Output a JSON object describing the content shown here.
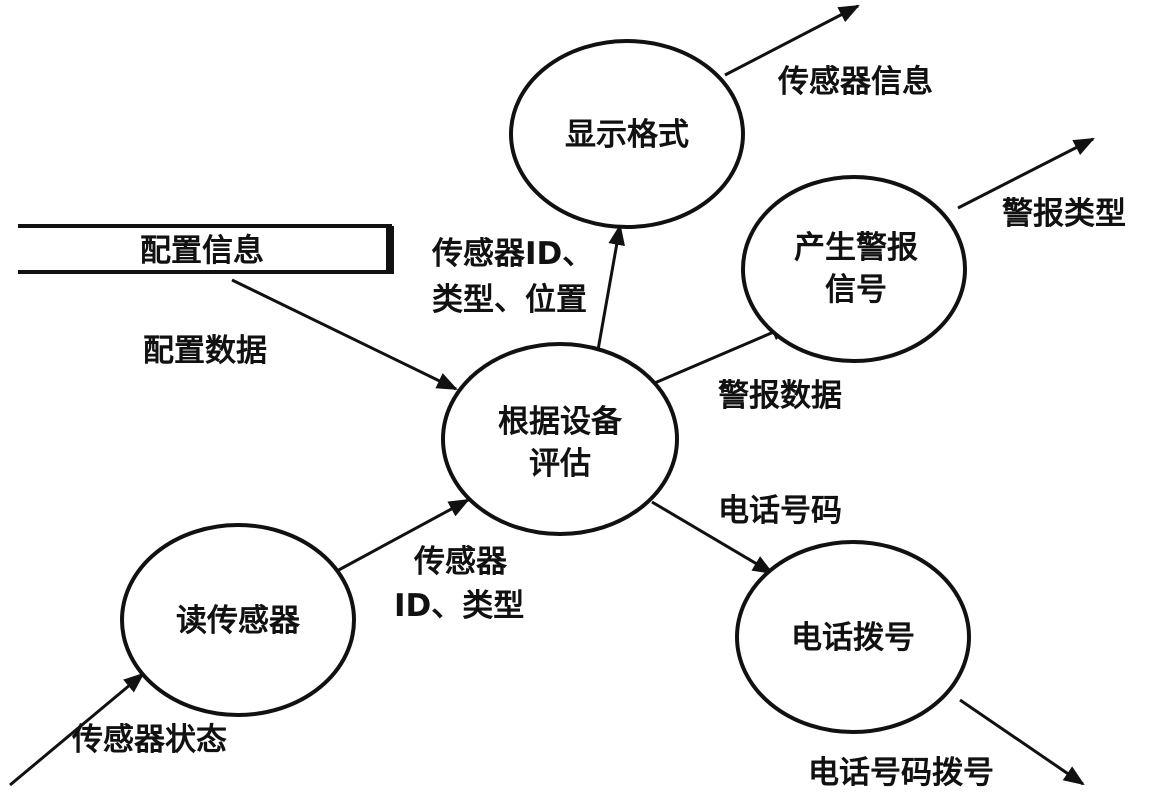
{
  "diagram": {
    "processes": {
      "display_format": "显示格式",
      "alarm_line1": "产生警报",
      "alarm_line2": "信号",
      "evaluate_line1": "根据设备",
      "evaluate_line2": "评估",
      "read_sensor": "读传感器",
      "dial_phone": "电话拨号"
    },
    "data_store": "配置信息",
    "flows": {
      "sensor_info": "传感器信息",
      "alarm_type": "警报类型",
      "sensor_id_type_pos_line1": "传感器ID、",
      "sensor_id_type_pos_line2": "类型、位置",
      "config_data": "配置数据",
      "alarm_data": "警报数据",
      "phone_number": "电话号码",
      "sensor_id_type_line1": "传感器",
      "sensor_id_type_line2": "ID、类型",
      "sensor_state": "传感器状态",
      "phone_number_dial": "电话号码拨号"
    }
  }
}
